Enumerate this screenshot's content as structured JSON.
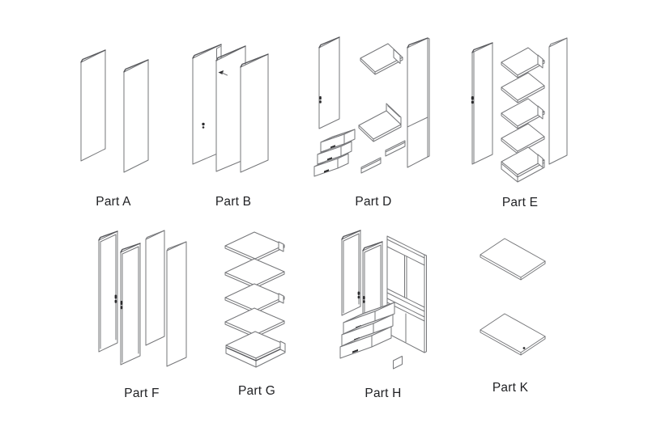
{
  "diagram": {
    "kind": "furniture-assembly-parts-diagram",
    "background": "#ffffff"
  },
  "colors": {
    "line": "#76777a",
    "line_dark": "#55565a",
    "mark": "#2b2b2d",
    "label_text": "#202124"
  },
  "parts": [
    {
      "id": "A",
      "label": "Part A"
    },
    {
      "id": "B",
      "label": "Part B"
    },
    {
      "id": "D",
      "label": "Part D"
    },
    {
      "id": "E",
      "label": "Part E"
    },
    {
      "id": "F",
      "label": "Part F"
    },
    {
      "id": "G",
      "label": "Part G"
    },
    {
      "id": "H",
      "label": "Part H"
    },
    {
      "id": "K",
      "label": "Part K"
    }
  ]
}
